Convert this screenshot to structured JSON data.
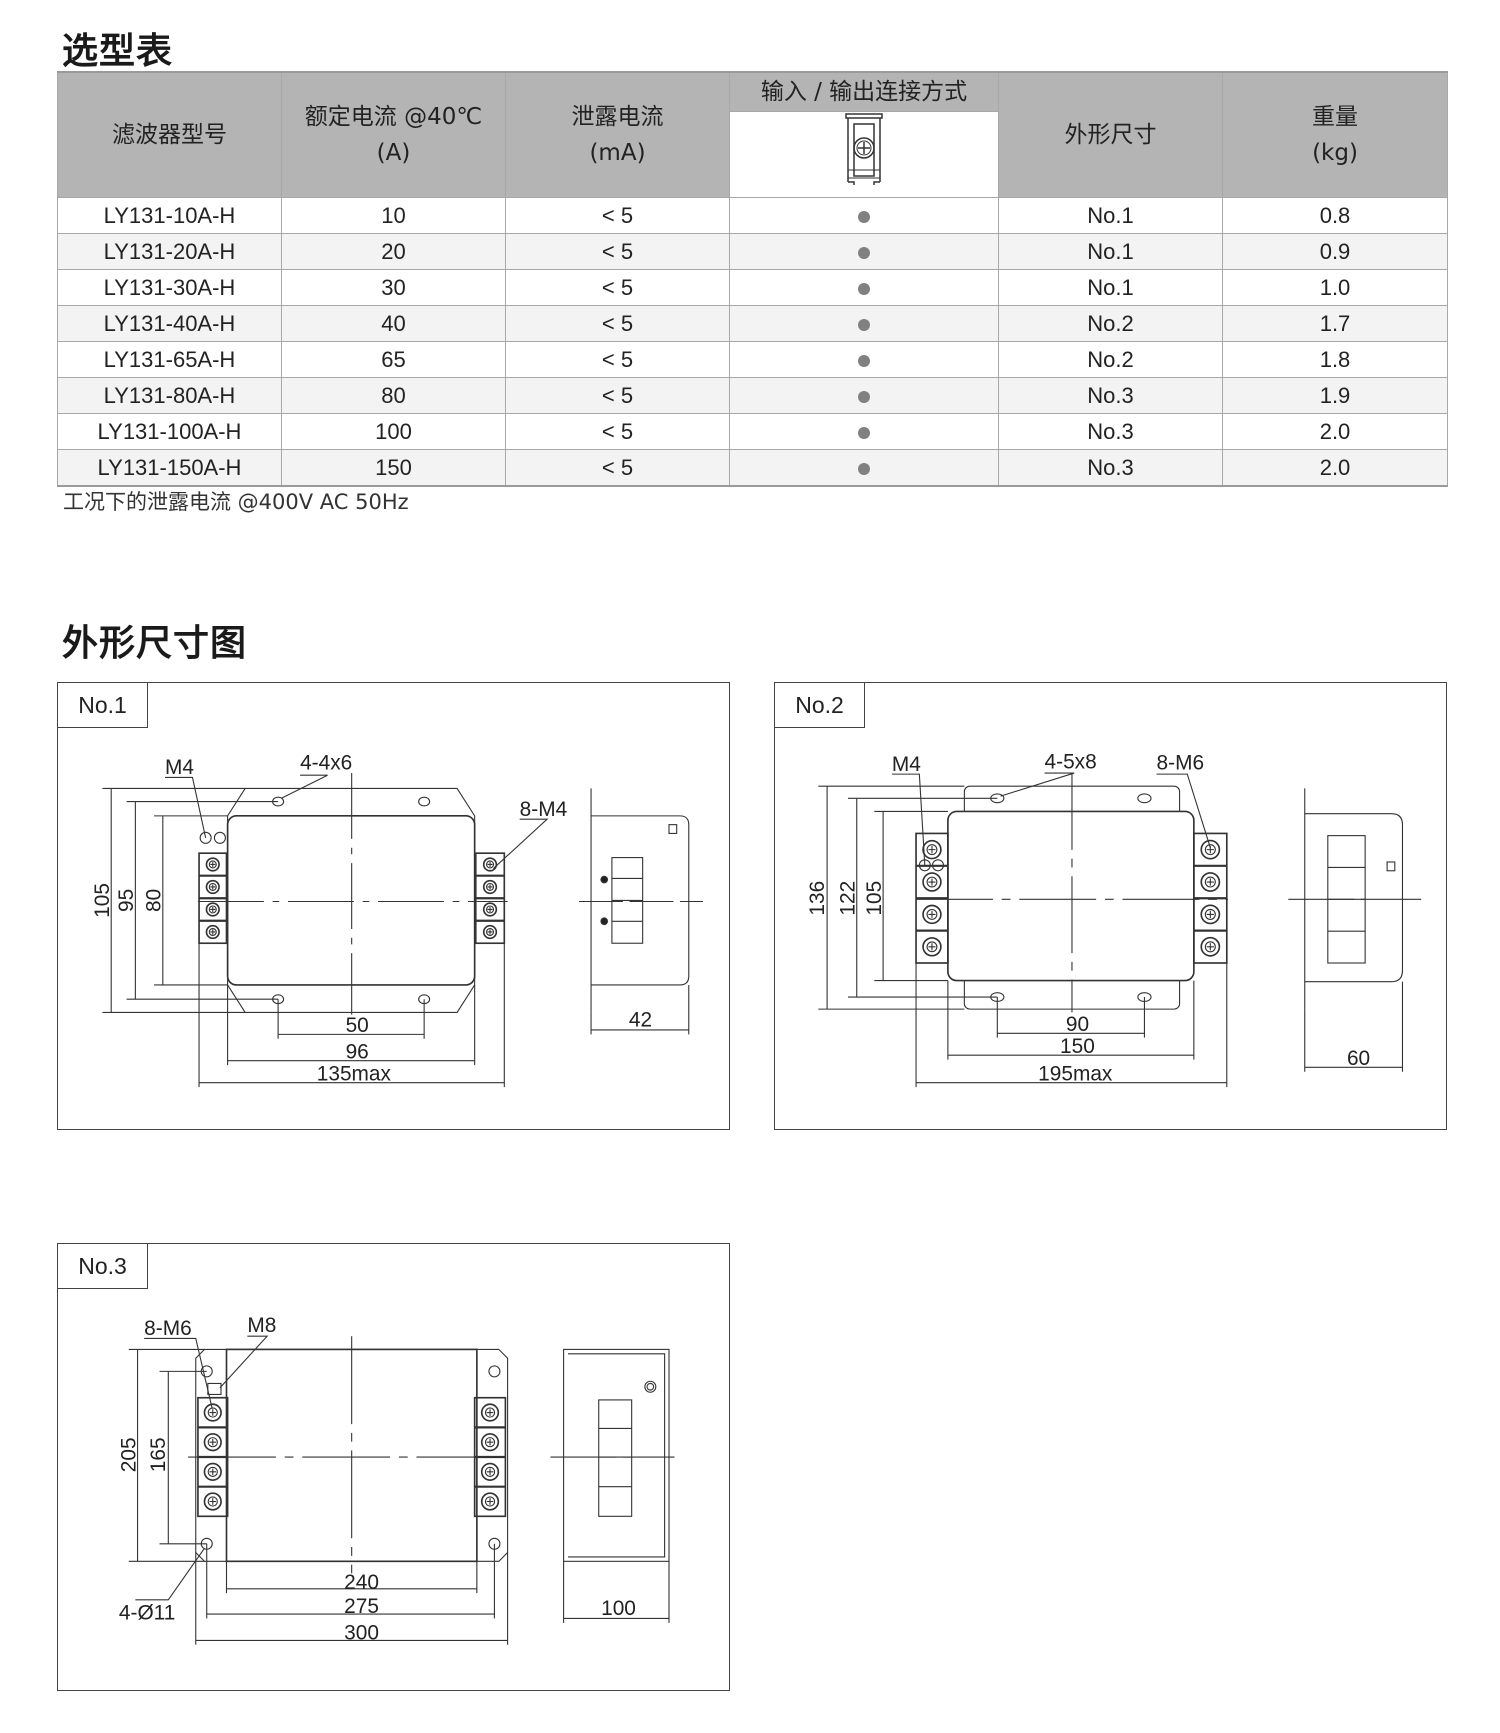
{
  "selection": {
    "title": "选型表",
    "headers": {
      "model": "滤波器型号",
      "current": "额定电流 @40℃",
      "current_unit": "(A)",
      "leakage": "泄露电流",
      "leakage_unit": "(mA)",
      "connection": "输入 / 输出连接方式",
      "connection_icon": "screw-terminal-icon",
      "dimension": "外形尺寸",
      "weight": "重量",
      "weight_unit": "(kg)"
    },
    "rows": [
      {
        "model": "LY131-10A-H",
        "current": "10",
        "leakage": "< 5",
        "connection": true,
        "dimension": "No.1",
        "weight": "0.8"
      },
      {
        "model": "LY131-20A-H",
        "current": "20",
        "leakage": "< 5",
        "connection": true,
        "dimension": "No.1",
        "weight": "0.9"
      },
      {
        "model": "LY131-30A-H",
        "current": "30",
        "leakage": "< 5",
        "connection": true,
        "dimension": "No.1",
        "weight": "1.0"
      },
      {
        "model": "LY131-40A-H",
        "current": "40",
        "leakage": "< 5",
        "connection": true,
        "dimension": "No.2",
        "weight": "1.7"
      },
      {
        "model": "LY131-65A-H",
        "current": "65",
        "leakage": "< 5",
        "connection": true,
        "dimension": "No.2",
        "weight": "1.8"
      },
      {
        "model": "LY131-80A-H",
        "current": "80",
        "leakage": "< 5",
        "connection": true,
        "dimension": "No.3",
        "weight": "1.9"
      },
      {
        "model": "LY131-100A-H",
        "current": "100",
        "leakage": "< 5",
        "connection": true,
        "dimension": "No.3",
        "weight": "2.0"
      },
      {
        "model": "LY131-150A-H",
        "current": "150",
        "leakage": "< 5",
        "connection": true,
        "dimension": "No.3",
        "weight": "2.0"
      }
    ],
    "note": "工况下的泄露电流 @400V AC 50Hz"
  },
  "drawings": {
    "title": "外形尺寸图",
    "no1": {
      "tag": "No.1",
      "ground": "M4",
      "holes": "4-4x6",
      "terminals": "8-M4",
      "h_outer": "105",
      "h_mid": "95",
      "h_inner": "80",
      "w_holes": "50",
      "w_body": "96",
      "w_max": "135max",
      "depth": "42"
    },
    "no2": {
      "tag": "No.2",
      "ground": "M4",
      "holes": "4-5x8",
      "terminals": "8-M6",
      "h_outer": "136",
      "h_mid": "122",
      "h_inner": "105",
      "w_holes": "90",
      "w_body": "150",
      "w_max": "195max",
      "depth": "60"
    },
    "no3": {
      "tag": "No.3",
      "terminals": "8-M6",
      "ground": "M8",
      "holes": "4-Ø11",
      "h_outer": "205",
      "h_inner": "165",
      "w_body": "240",
      "w_holes": "275",
      "w_max": "300",
      "depth": "100"
    }
  }
}
